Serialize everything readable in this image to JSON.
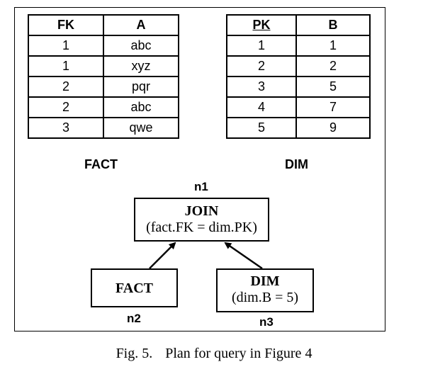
{
  "fact_table": {
    "name": "FACT",
    "headers": [
      "FK",
      "A"
    ],
    "rows": [
      [
        "1",
        "abc"
      ],
      [
        "1",
        "xyz"
      ],
      [
        "2",
        "pqr"
      ],
      [
        "2",
        "abc"
      ],
      [
        "3",
        "qwe"
      ]
    ]
  },
  "dim_table": {
    "name": "DIM",
    "headers": [
      "PK",
      "B"
    ],
    "rows": [
      [
        "1",
        "1"
      ],
      [
        "2",
        "2"
      ],
      [
        "3",
        "5"
      ],
      [
        "4",
        "7"
      ],
      [
        "5",
        "9"
      ]
    ]
  },
  "plan": {
    "join": {
      "label": "n1",
      "title": "JOIN",
      "condition": "(fact.FK = dim.PK)"
    },
    "fact": {
      "label": "n2",
      "title": "FACT"
    },
    "dim": {
      "label": "n3",
      "title": "DIM",
      "condition": "(dim.B = 5)"
    }
  },
  "caption": {
    "prefix": "Fig. 5.",
    "text": "Plan for query in Figure 4"
  }
}
